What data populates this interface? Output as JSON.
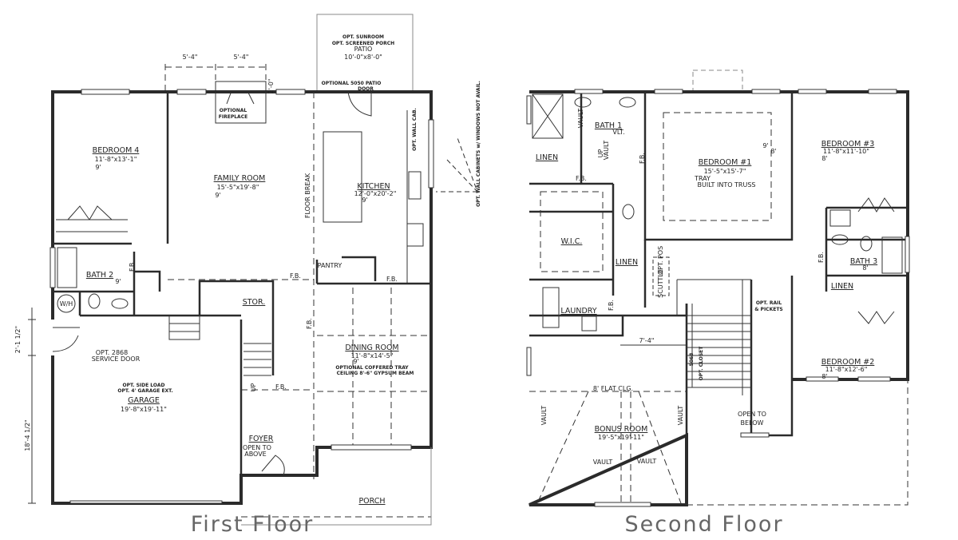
{
  "first_floor": {
    "title": "First Floor",
    "patio": {
      "opt1": "OPT. SUNROOM",
      "opt2": "OPT. SCREENED PORCH",
      "name": "PATIO",
      "dims": "10'-0\"x8'-0\""
    },
    "dim_a": "5'-4\"",
    "dim_b": "5'-4\"",
    "dim_c": "2'-0\"",
    "fireplace": {
      "l1": "OPTIONAL",
      "l2": "FIREPLACE"
    },
    "patio_door": {
      "l1": "OPTIONAL 5050 PATIO",
      "l2": "DOOR"
    },
    "wall_cab": "OPT. WALL CAB.",
    "wall_cab_note": "OPT. WALL CABINETS w/ WINDOWS NOT AVAIL.",
    "bedroom4": {
      "name": "BEDROOM 4",
      "dims": "11'-8\"x13'-1\"",
      "ceiling": "9'"
    },
    "family_room": {
      "name": "FAMILY ROOM",
      "dims": "15'-5\"x19'-8\"",
      "ceiling": "9'"
    },
    "floor_break": "FLOOR BREAK",
    "kitchen": {
      "name": "KITCHEN",
      "dims": "12'-0\"x20'-2\"",
      "ceiling": "9'"
    },
    "pantry": "PANTRY",
    "bath2": {
      "name": "BATH 2",
      "ceiling": "9'"
    },
    "fb": "F.B.",
    "wh": "W/H",
    "stor": "STOR.",
    "dining_room": {
      "name": "DINING ROOM",
      "dims": "11'-8\"x14'-5\"",
      "ceiling": "9'",
      "note1": "OPTIONAL COFFERED TRAY",
      "note2": "CEILING 8'-6\" GYPSUM BEAM"
    },
    "service_door": {
      "l1": "OPT. 2868",
      "l2": "SERVICE DOOR"
    },
    "dim_side1": "2'-1 1/2\"",
    "dim_side2": "18'-4 1/2\"",
    "garage": {
      "opt1": "OPT. SIDE LOAD",
      "opt2": "OPT. 4' GARAGE EXT.",
      "name": "GARAGE",
      "dims": "19'-8\"x19'-11\""
    },
    "up": "UP",
    "foyer": {
      "name": "FOYER",
      "l1": "OPEN TO",
      "l2": "ABOVE"
    },
    "porch": "PORCH"
  },
  "second_floor": {
    "title": "Second Floor",
    "bath1": {
      "name": "BATH 1",
      "vlt": "VLT.",
      "vault": "VAULT",
      "up": "UP"
    },
    "linen": "LINEN",
    "fb": "F.B.",
    "bedroom1": {
      "name": "BEDROOM #1",
      "dims": "15'-5\"x15'-7\"",
      "l1": "TRAY",
      "l2": "BUILT INTO TRUSS",
      "h1": "9'",
      "h2": "8'"
    },
    "bedroom3": {
      "name": "BEDROOM #3",
      "dims": "11'-8\"x11'-10\"",
      "ceiling": "8'"
    },
    "wic": "W.I.C.",
    "opt_pos": "OPT. POS",
    "scuttle": "SCUTTLE",
    "bath3": {
      "name": "BATH 3",
      "ceiling": "8'"
    },
    "laundry": "LAUNDRY",
    "rail": {
      "l1": "OPT. RAIL",
      "l2": "& PICKETS"
    },
    "dim_74": "7'-4\"",
    "closet": {
      "size": "5068",
      "name": "OPT. CLOSET"
    },
    "bedroom2": {
      "name": "BEDROOM #2",
      "dims": "11'-8\"x12'-6\"",
      "ceiling": "8'"
    },
    "flat_clg": "8' FLAT CLG.",
    "vault": "VAULT",
    "open_below": {
      "l1": "OPEN TO",
      "l2": "BELOW"
    },
    "bonus_room": {
      "name": "BONUS ROOM",
      "dims": "19'-5\"x19'-11\""
    }
  }
}
